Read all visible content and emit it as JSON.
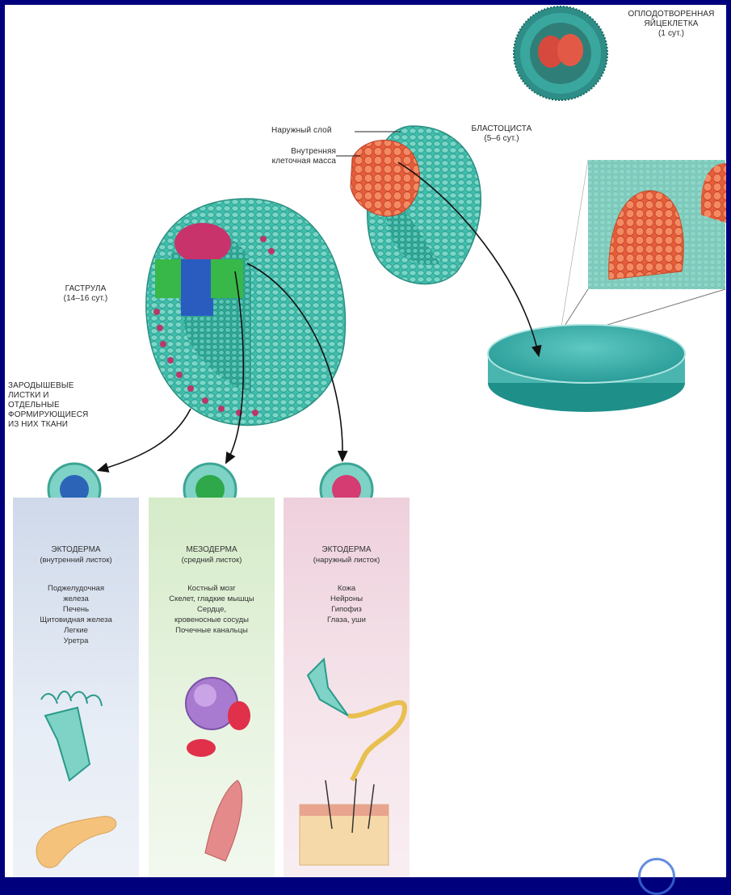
{
  "labels": {
    "zygote": [
      "ОПЛОДОТВОРЕННАЯ",
      "ЯЙЦЕКЛЕТКА",
      "(1 сут.)"
    ],
    "blastocyst": [
      "БЛАСТОЦИСТА",
      "(5–6 сут.)"
    ],
    "outer_layer": "Наружный слой",
    "inner_mass": [
      "Внутренняя",
      "клеточная масса"
    ],
    "gastrula": [
      "ГАСТРУЛА",
      "(14–16 сут.)"
    ],
    "germ_layers": [
      "ЗАРОДЫШЕВЫЕ",
      "ЛИСТКИ И",
      "ОТДЕЛЬНЫЕ",
      "ФОРМИРУЮЩИЕСЯ",
      "ИЗ НИХ ТКАНИ"
    ]
  },
  "columns": [
    {
      "title": "ЭКТОДЕРМА",
      "subtitle": "(внутренний листок)",
      "organs": [
        "Поджелудочная",
        "железа",
        "Печень",
        "Щитовидная железа",
        "Легкие",
        "Уретра"
      ],
      "color": "#5a8ed0"
    },
    {
      "title": "МЕЗОДЕРМА",
      "subtitle": "(средний листок)",
      "organs": [
        "Костный мозг",
        "Скелет, гладкие мышцы",
        "Сердце,",
        "кровеносные сосуды",
        "Почечные канальцы"
      ],
      "color": "#3cc060"
    },
    {
      "title": "ЭКТОДЕРМА",
      "subtitle": "(наружный листок)",
      "organs": [
        "Кожа",
        "Нейроны",
        "Гипофиз",
        "Глаза, уши"
      ],
      "color": "#e04878"
    }
  ],
  "colors": {
    "frame": "#00007c",
    "cell_teal": "#3ec3b0",
    "inner_mass_orange": "#f07850"
  }
}
